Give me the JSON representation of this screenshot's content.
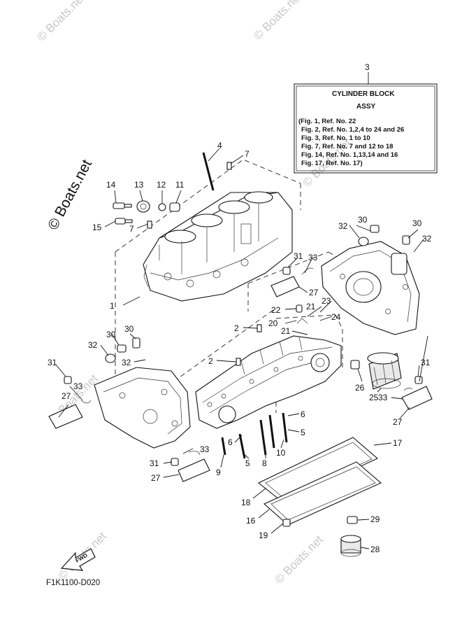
{
  "watermark": {
    "text": "© Boats.net",
    "side_text": "© Boats.net"
  },
  "infobox": {
    "ref": "3",
    "title": "CYLINDER BLOCK",
    "subtitle": "ASSY",
    "lines": [
      "(Fig. 1, Ref. No. 22",
      "Fig. 2, Ref. No. 1,2,4 to 24 and 26",
      "Fig. 3, Ref. No. 1 to 10",
      "Fig. 7, Ref. No. 7 and 12 to 18",
      "Fig. 14, Ref. No. 1,13,14 and 16",
      "Fig. 17, Ref. No. 17)"
    ]
  },
  "diagram_code": "F1K1100-D020",
  "fwd_label": "FWD",
  "callouts": {
    "c1": "1",
    "c2a": "2",
    "c2b": "2",
    "c4": "4",
    "c5": "5",
    "c6a": "6",
    "c6b": "6",
    "c7a": "7",
    "c7b": "7",
    "c8": "8",
    "c9": "9",
    "c10": "10",
    "c11": "11",
    "c12": "12",
    "c13": "13",
    "c14": "14",
    "c15": "15",
    "c16": "16",
    "c17": "17",
    "c18": "18",
    "c19": "19",
    "c20": "20",
    "c21a": "21",
    "c21b": "21",
    "c22": "22",
    "c23": "23",
    "c24": "24",
    "c25": "25",
    "c26": "26",
    "c27a": "27",
    "c27b": "27",
    "c27c": "27",
    "c27d": "27",
    "c28": "28",
    "c29": "29",
    "c30a": "30",
    "c30b": "30",
    "c30c": "30",
    "c30d": "30",
    "c31a": "31",
    "c31b": "31",
    "c31c": "31",
    "c31d": "31",
    "c32a": "32",
    "c32b": "32",
    "c32c": "32",
    "c32d": "32",
    "c33a": "33",
    "c33b": "33",
    "c33c": "33",
    "c33d": "33"
  }
}
